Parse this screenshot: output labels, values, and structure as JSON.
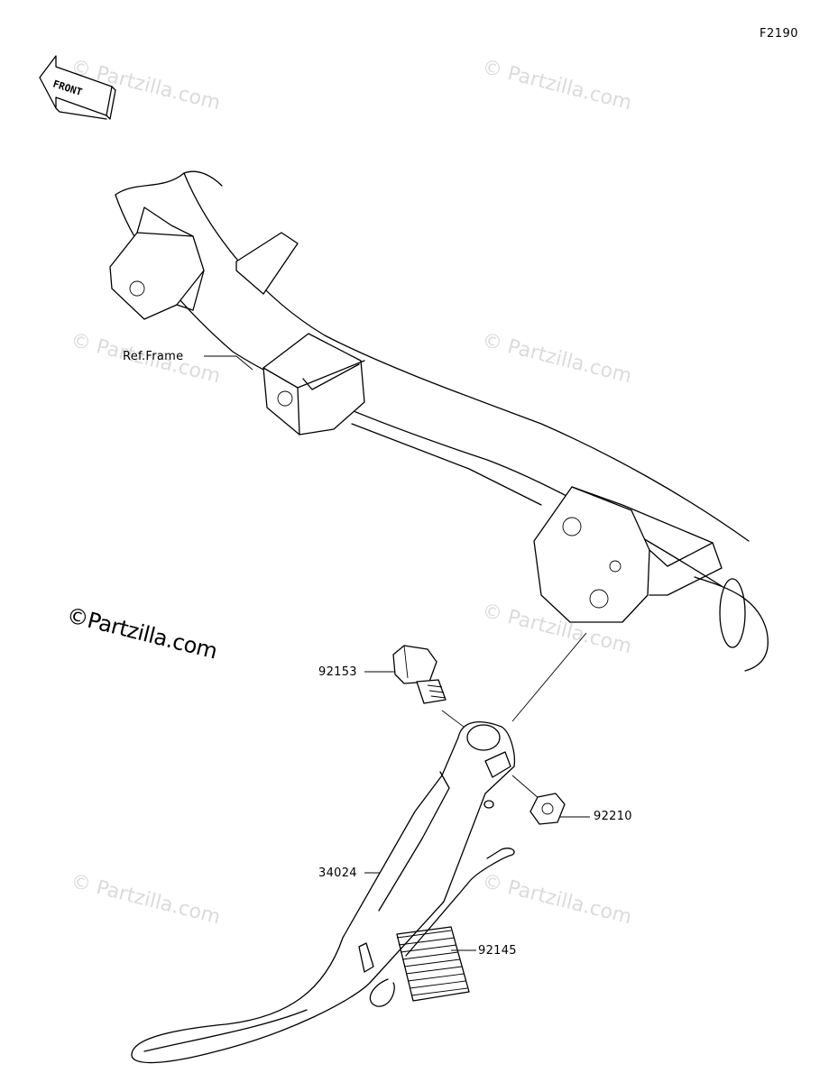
{
  "figure_code": "F2190",
  "front_arrow_label": "FRONT",
  "brand_text": "©Partzilla.com",
  "watermark_text": "© Partzilla.com",
  "callouts": {
    "ref_frame": "Ref.Frame",
    "bolt": "92153",
    "nut": "92210",
    "stand": "34024",
    "spring": "92145"
  }
}
